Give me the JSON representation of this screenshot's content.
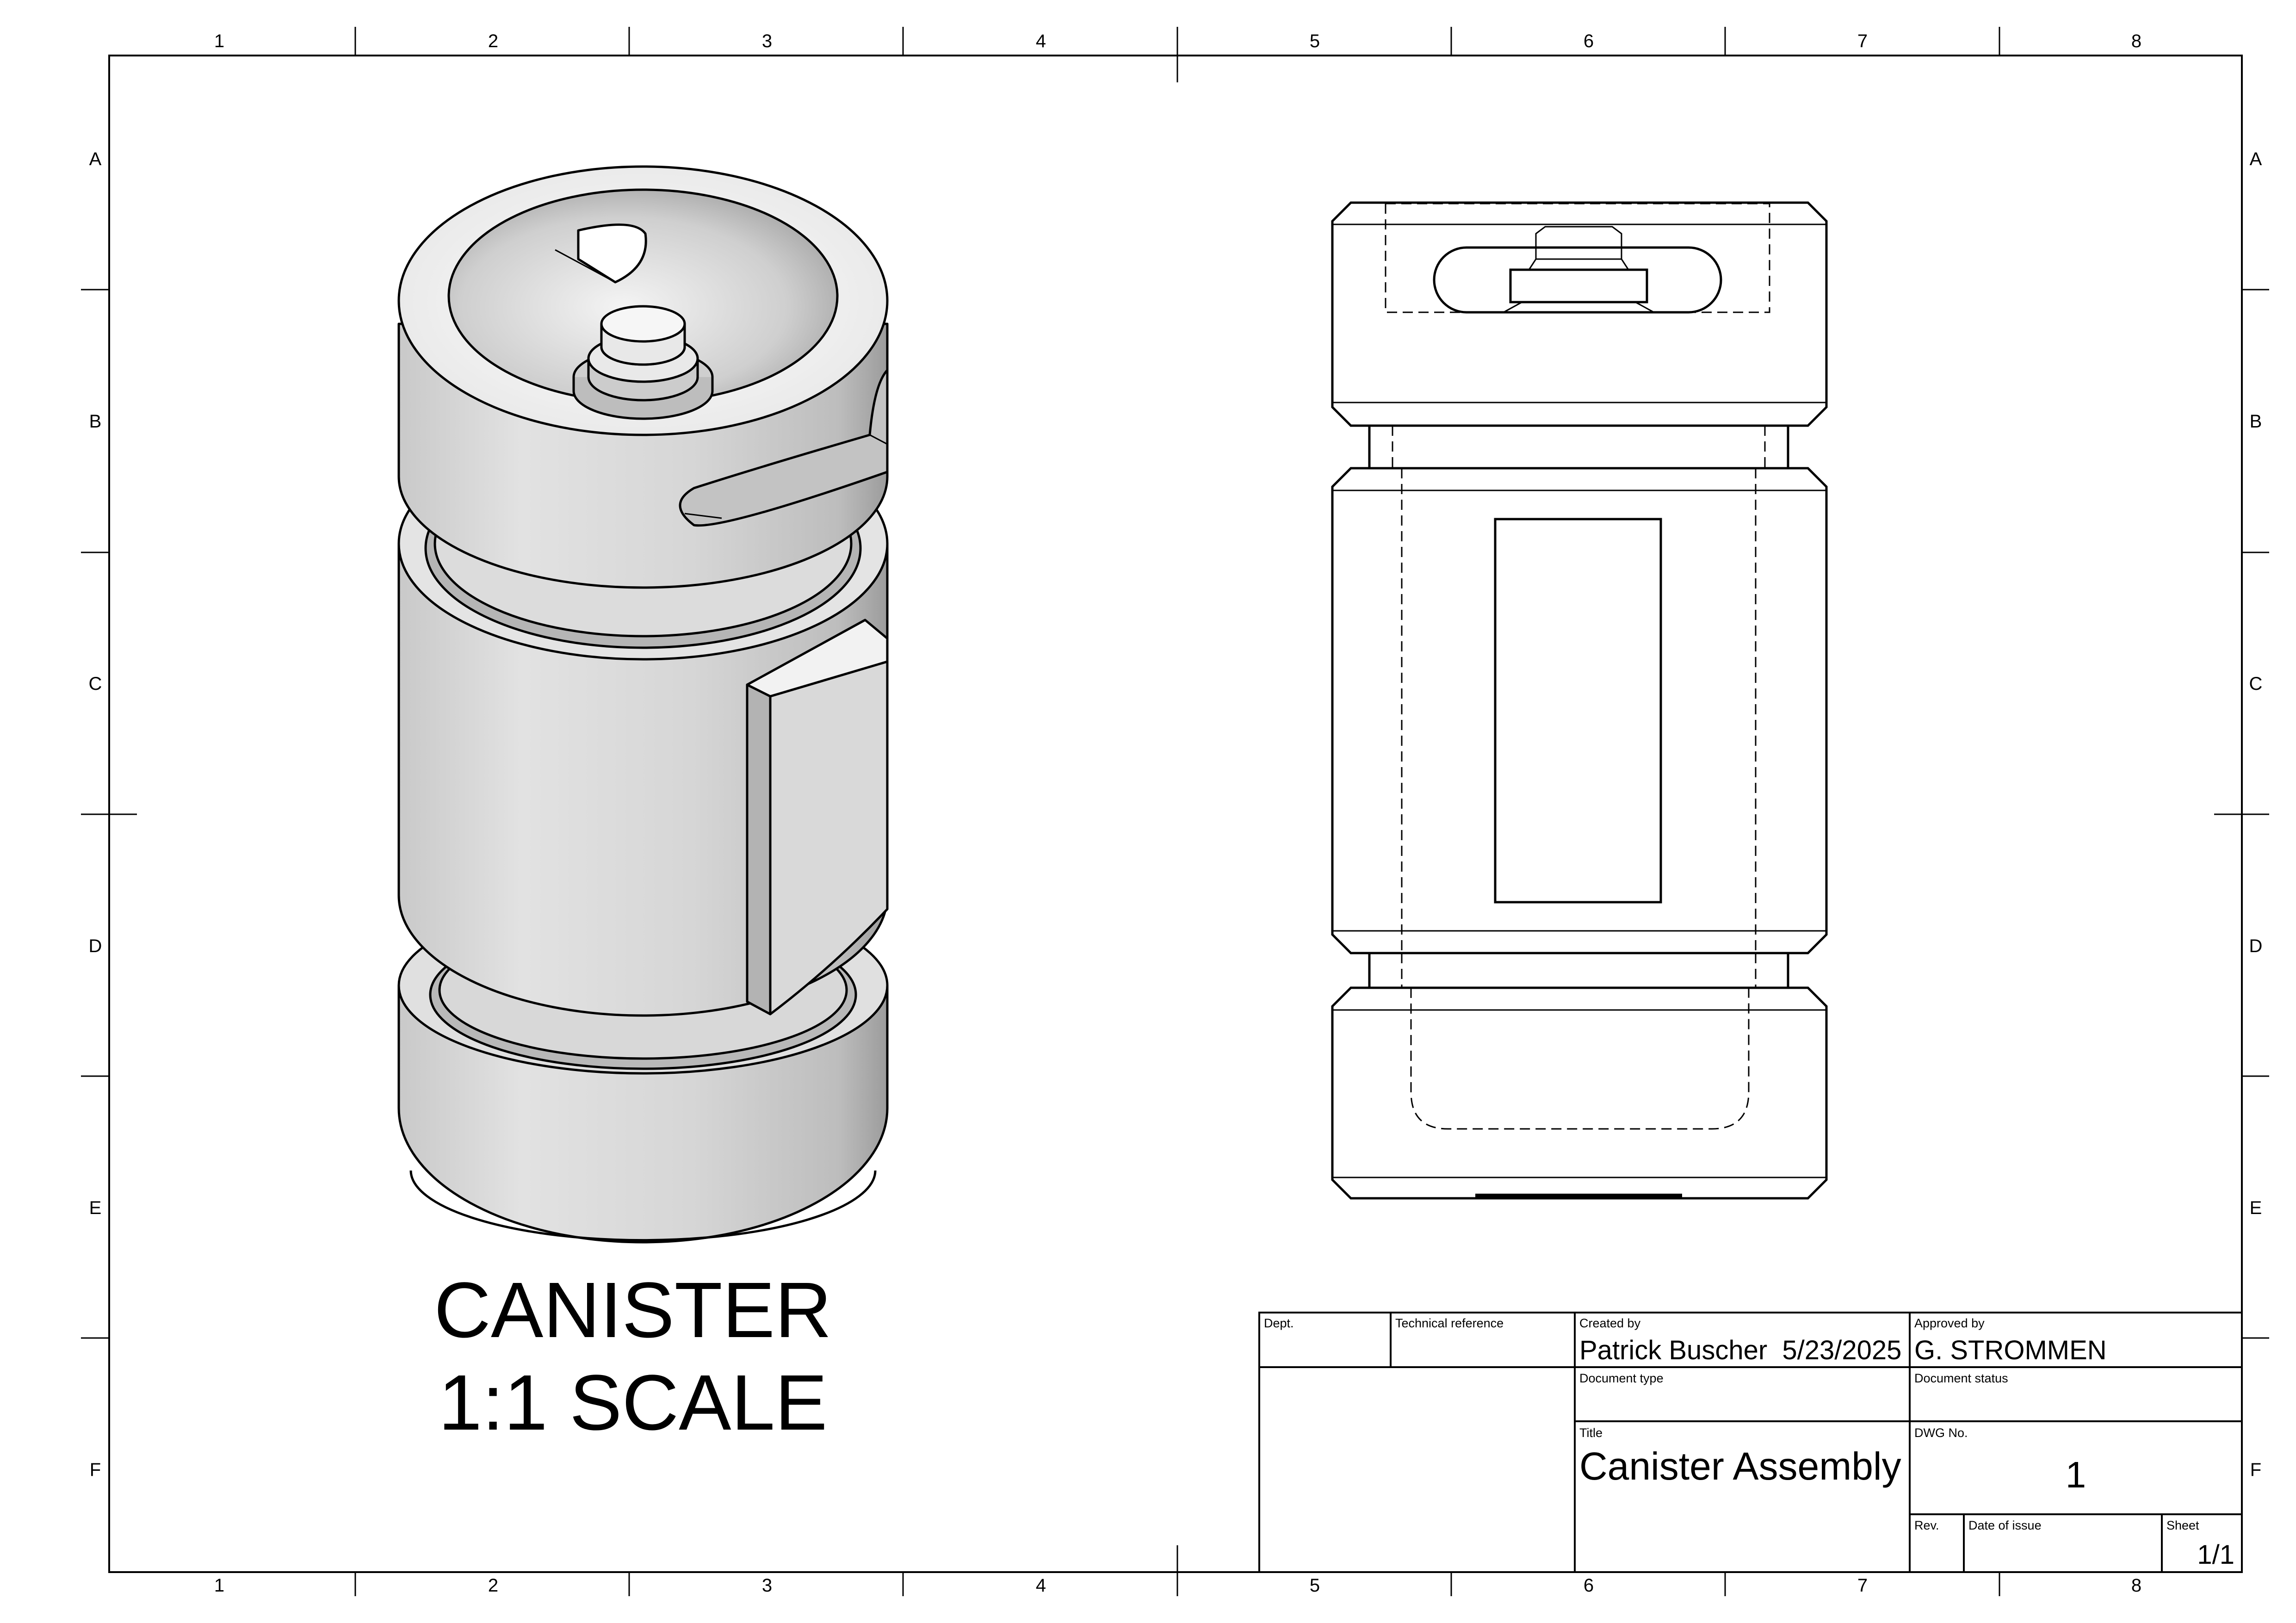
{
  "zones": {
    "columns": [
      "1",
      "2",
      "3",
      "4",
      "5",
      "6",
      "7",
      "8"
    ],
    "rows": [
      "A",
      "B",
      "C",
      "D",
      "E",
      "F"
    ]
  },
  "caption": {
    "line1": "CANISTER",
    "line2": "1:1 SCALE"
  },
  "title_block": {
    "dept_label": "Dept.",
    "tech_ref_label": "Technical reference",
    "created_by_label": "Created by",
    "created_by_value": "Patrick Buscher  5/23/2025",
    "approved_by_label": "Approved by",
    "approved_by_value": "G. STROMMEN",
    "doc_type_label": "Document type",
    "doc_status_label": "Document status",
    "title_label": "Title",
    "title_value": "Canister Assembly",
    "dwg_no_label": "DWG No.",
    "dwg_no_value": "1",
    "rev_label": "Rev.",
    "date_of_issue_label": "Date of issue",
    "sheet_label": "Sheet",
    "sheet_value": "1/1"
  },
  "colors": {
    "line": "#000000",
    "shade_light": "#eeeeee",
    "shade_mid": "#d4d4d4",
    "shade_dark": "#9a9a9a"
  }
}
